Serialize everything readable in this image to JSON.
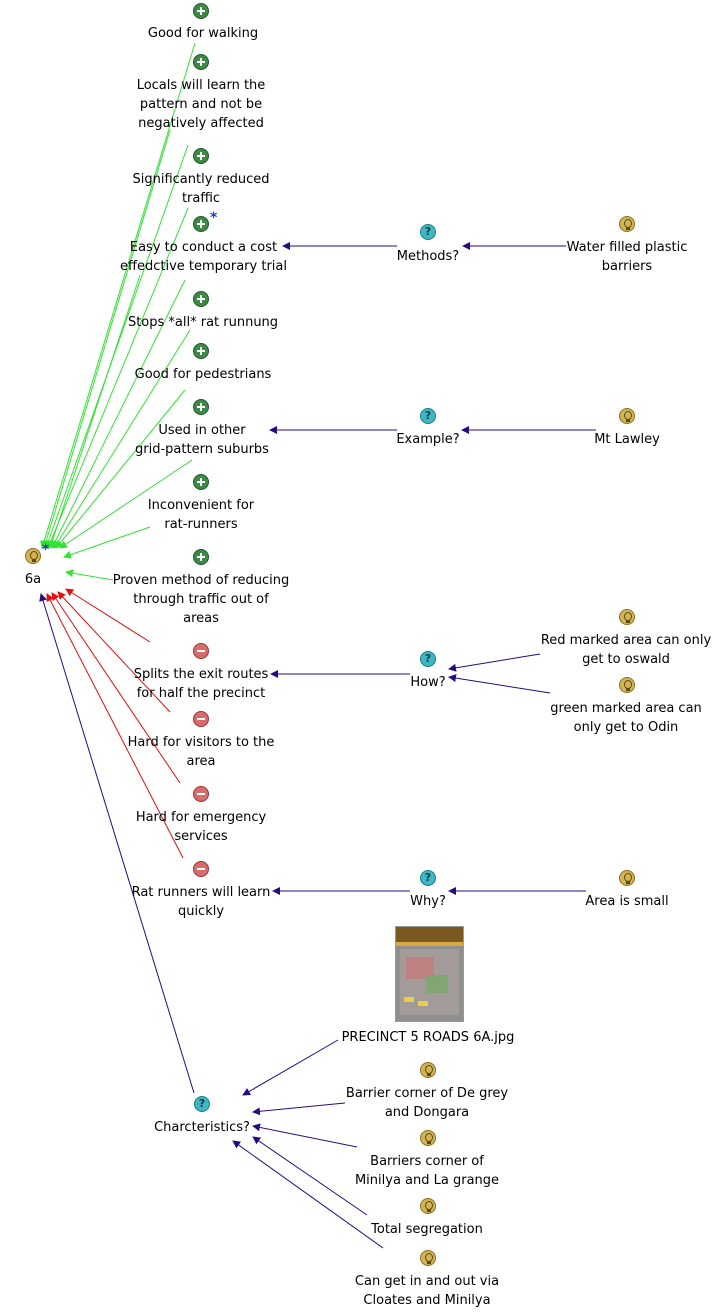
{
  "root": {
    "label": "6a",
    "marker": "*"
  },
  "pros": [
    "Good for walking",
    "Locals will learn the\npattern and not be\nnegatively affected",
    "Significantly reduced\ntraffic",
    "Easy to conduct a cost\neffedctive temporary trial",
    "Stops *all* rat runnung",
    "Good for pedestrians",
    "Used in other\ngrid-pattern suburbs",
    "Inconvenient for\nrat-runners",
    "Proven method of reducing\nthrough traffic out of\nareas"
  ],
  "pro_marker": "*",
  "cons": [
    "Splits the exit routes\nfor half the precinct",
    "Hard for visitors to the\narea",
    "Hard for emergency\nservices",
    "Rat runners will learn\nquickly"
  ],
  "questions": {
    "methods": "Methods?",
    "example": "Example?",
    "how": "How?",
    "why": "Why?",
    "characteristics": "Charcteristics?"
  },
  "ideas": {
    "water_barriers": "Water filled plastic\nbarriers",
    "mt_lawley": "Mt Lawley",
    "red_area": "Red marked area can only\nget to oswald",
    "green_area": "green marked area can\nonly get to Odin",
    "area_small": "Area is small",
    "barrier_degrey": "Barrier corner of De grey\nand Dongara",
    "barriers_minilya": "Barriers corner of\nMinilya and La grange",
    "total_segregation": "Total segregation",
    "get_in_out": "Can get in and out via\nCloates and Minilya"
  },
  "image_node": {
    "filename": "PRECINCT 5 ROADS 6A.jpg"
  },
  "icon_names": {
    "pro": "plus-icon",
    "con": "minus-icon",
    "question": "question-icon",
    "idea": "lightbulb-icon"
  },
  "colors": {
    "pro_link": "#33e233",
    "con_link": "#e01010",
    "other_link": "#2a0a80"
  }
}
